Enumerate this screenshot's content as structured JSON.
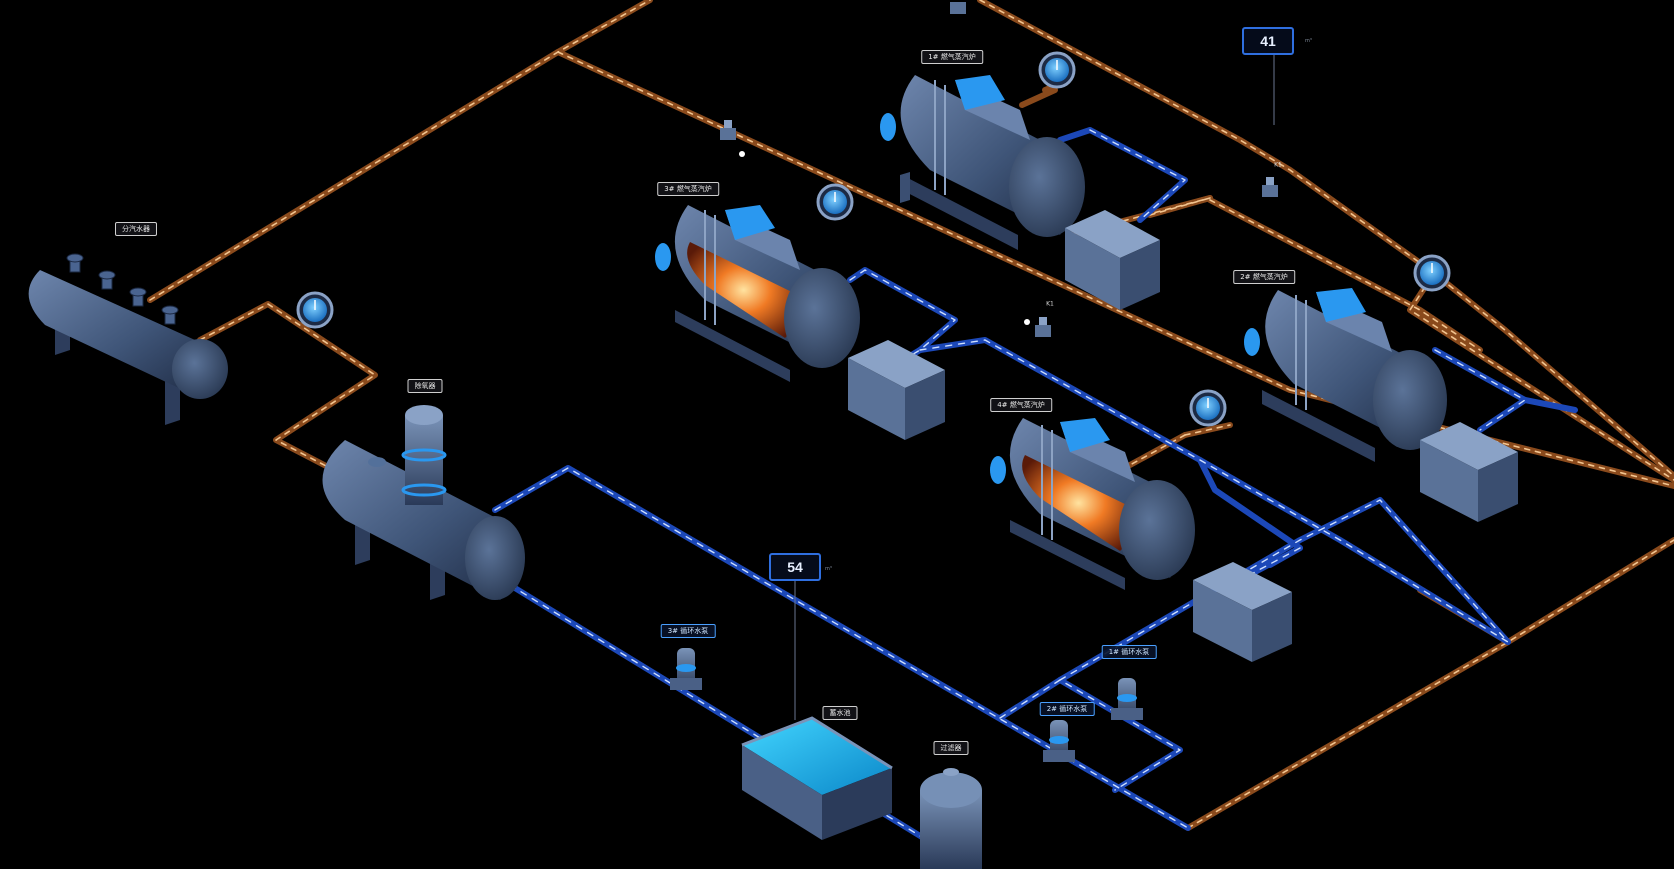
{
  "colors": {
    "background": "#000000",
    "steam_pipe": "#8a4a1c",
    "steam_dash": "#f3c590",
    "water_pipe": "#1c48b8",
    "water_dash": "#cfe0ff",
    "equipment_body": "#3f5578",
    "equipment_accent": "#2a98f0",
    "flame": "#e0601c",
    "tank_water": "#1fb8f0",
    "value_box_border": "#2f6fe0"
  },
  "labels": {
    "distributor": "分汽水器",
    "deaerator": "除氧器",
    "boiler_1": "1# 燃气蒸汽炉",
    "boiler_2": "2# 燃气蒸汽炉",
    "boiler_3": "3# 燃气蒸汽炉",
    "boiler_4": "4# 燃气蒸汽炉",
    "pump_1": "1# 循环水泵",
    "pump_2": "2# 循环水泵",
    "pump_3": "3# 循环水泵",
    "water_tank": "蓄水池",
    "filter": "过滤器"
  },
  "readouts": {
    "top": {
      "value": "41",
      "unit": "m³"
    },
    "tank": {
      "value": "54",
      "unit": "m³"
    }
  },
  "valves": [
    {
      "label": "K1"
    },
    {
      "label": "K1"
    }
  ],
  "icons": [
    "pressure-gauge-icon",
    "valve-icon",
    "pump-icon",
    "boiler-icon",
    "tank-icon"
  ]
}
